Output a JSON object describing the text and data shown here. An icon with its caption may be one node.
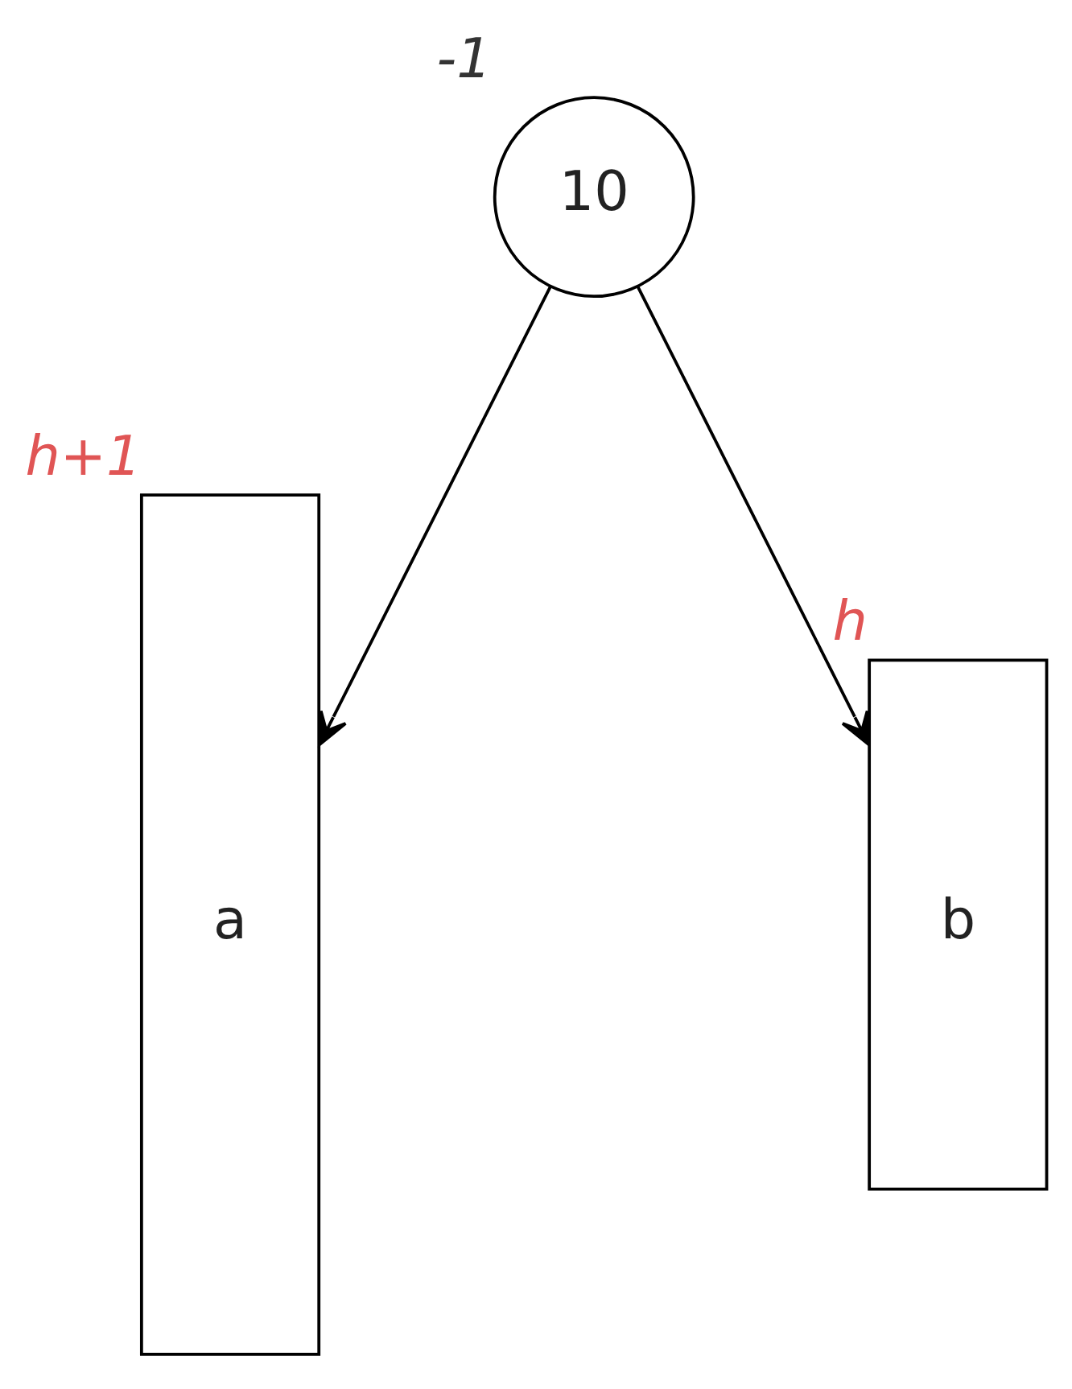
{
  "diagram": {
    "nodes": [
      {
        "text": [
          "10"
        ],
        "beside": [
          "-1"
        ]
      },
      {
        "text": [
          "a"
        ],
        "beside": [
          "h+1"
        ]
      },
      {
        "text": [
          "b"
        ],
        "beside": [
          "h"
        ]
      }
    ],
    "edges": [
      {
        "from": 0,
        "to": 1,
        "arrow": "to"
      },
      {
        "from": 0,
        "to": 2,
        "arrow": "to"
      }
    ]
  }
}
